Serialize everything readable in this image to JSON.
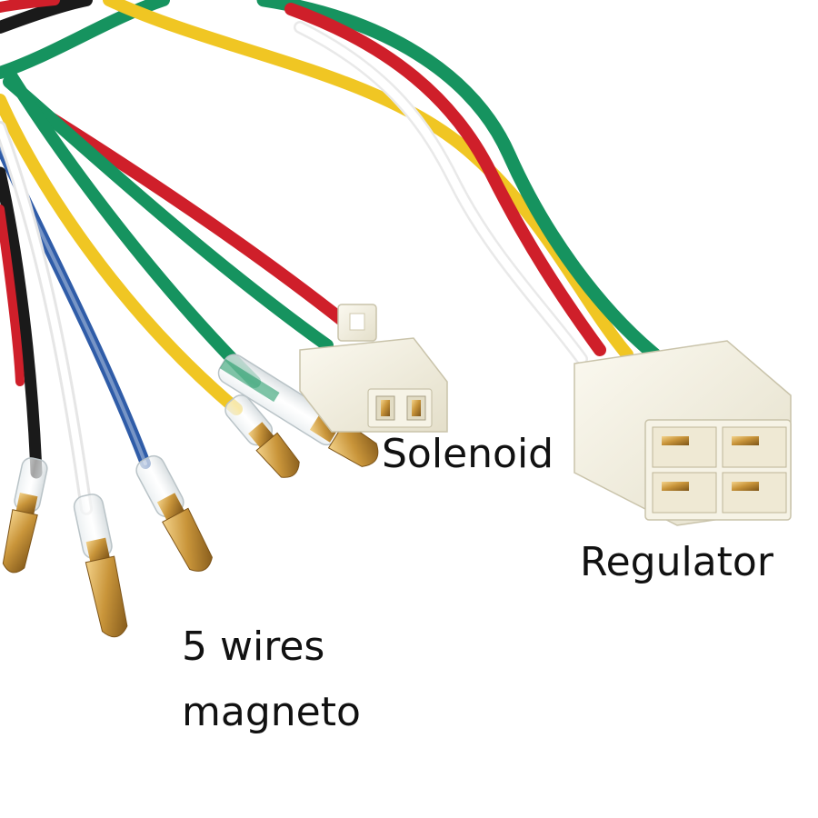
{
  "labels": {
    "solenoid": "Solenoid",
    "regulator": "Regulator",
    "magneto_line1": "5 wires",
    "magneto_line2": "magneto"
  },
  "colors": {
    "background": "#ffffff",
    "wire_green": "#16935f",
    "wire_red": "#cf1f2a",
    "wire_yellow": "#f0c623",
    "wire_white": "#f4f4f4",
    "wire_blue": "#2f5ca8",
    "wire_black": "#1a1a1a",
    "connector_ivory": "#f1eedf",
    "brass": "#c9953a"
  }
}
